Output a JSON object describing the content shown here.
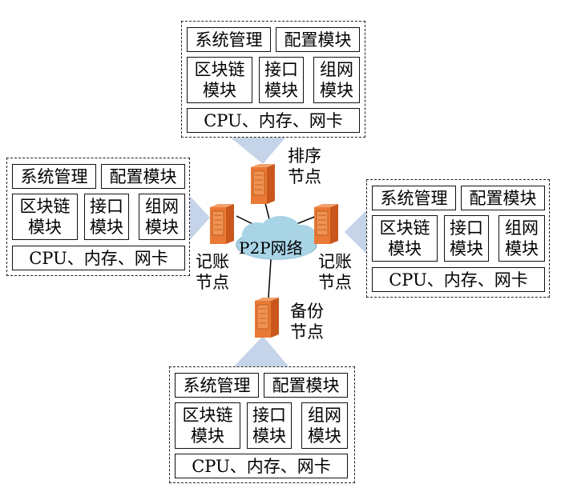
{
  "colors": {
    "connector_fill": "#c5d4e8",
    "server_front": "#e87a35",
    "server_side": "#c9571d",
    "cloud": "#a9d4e6",
    "line": "#000000"
  },
  "network": {
    "label": "P2P网络"
  },
  "nodes": {
    "ordering": {
      "line1": "排序",
      "line2": "节点"
    },
    "ledger_left": {
      "line1": "记账",
      "line2": "节点"
    },
    "ledger_right": {
      "line1": "记账",
      "line2": "节点"
    },
    "backup": {
      "line1": "备份",
      "line2": "节点"
    }
  },
  "panels": {
    "top": {
      "system": "系统管理",
      "config": "配置模块",
      "blockchain_1": "区块链",
      "blockchain_2": "模块",
      "interface_1": "接口",
      "interface_2": "模块",
      "network_1": "组网",
      "network_2": "模块",
      "hardware": "CPU、内存、网卡"
    },
    "left": {
      "system": "系统管理",
      "config": "配置模块",
      "blockchain_1": "区块链",
      "blockchain_2": "模块",
      "interface_1": "接口",
      "interface_2": "模块",
      "network_1": "组网",
      "network_2": "模块",
      "hardware": "CPU、内存、网卡"
    },
    "right": {
      "system": "系统管理",
      "config": "配置模块",
      "blockchain_1": "区块链",
      "blockchain_2": "模块",
      "interface_1": "接口",
      "interface_2": "模块",
      "network_1": "组网",
      "network_2": "模块",
      "hardware": "CPU、内存、网卡"
    },
    "bottom": {
      "system": "系统管理",
      "config": "配置模块",
      "blockchain_1": "区块链",
      "blockchain_2": "模块",
      "interface_1": "接口",
      "interface_2": "模块",
      "network_1": "组网",
      "network_2": "模块",
      "hardware": "CPU、内存、网卡"
    }
  }
}
